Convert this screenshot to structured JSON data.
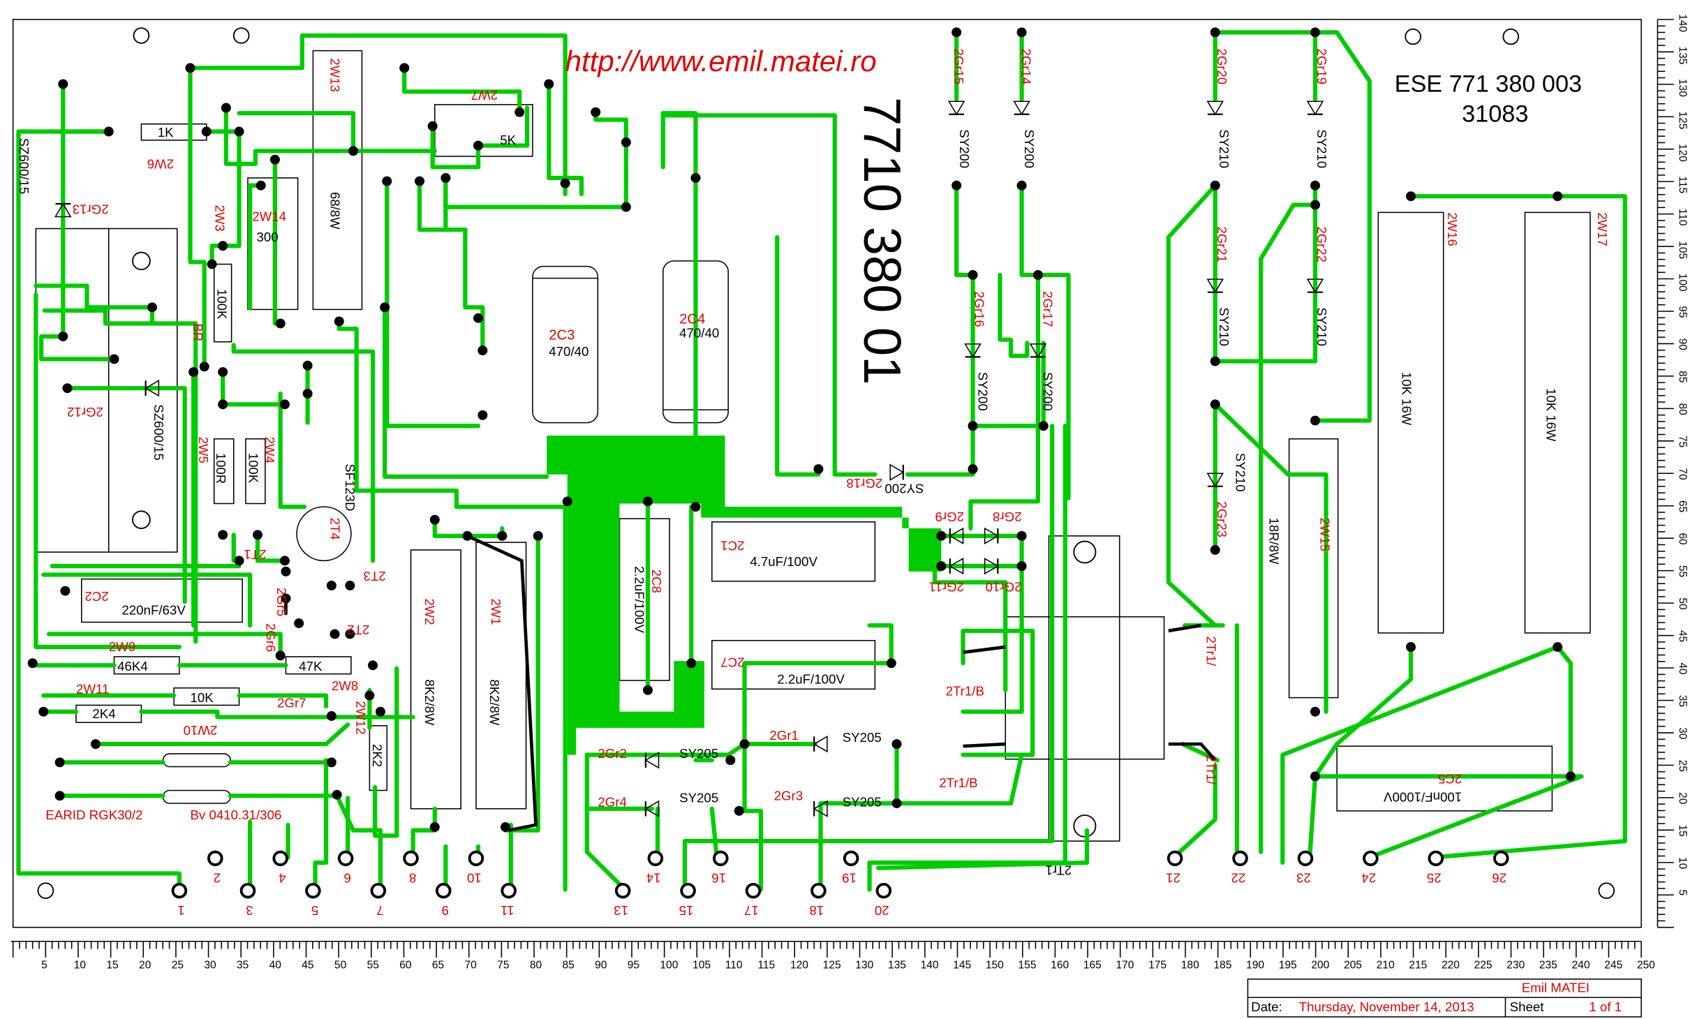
{
  "board": {
    "url": "http://www.emil.matei.ro",
    "board_number": "7710 380 01",
    "part_number": "ESE 771 380 003",
    "part_sub": "31083",
    "connector": "EARID RGK30/2",
    "connector2": "Bv 0410.31/306",
    "transformer": "2Tr1"
  },
  "footer": {
    "author": "Emil MATEI",
    "date_label": "Date:",
    "date_value": "Thursday, November 14, 2013",
    "sheet_label": "Sheet",
    "sheet_value": "1 of 1"
  },
  "ruler": {
    "x_ticks": [
      "5",
      "10",
      "15",
      "20",
      "25",
      "30",
      "35",
      "40",
      "45",
      "50",
      "55",
      "60",
      "65",
      "70",
      "75",
      "80",
      "85",
      "90",
      "95",
      "100",
      "105",
      "110",
      "115",
      "120",
      "125",
      "130",
      "135",
      "140",
      "145",
      "150",
      "155",
      "160",
      "165",
      "170",
      "175",
      "180",
      "185",
      "190",
      "195",
      "200",
      "205",
      "210",
      "215",
      "220",
      "225",
      "230",
      "235",
      "240",
      "245",
      "250"
    ],
    "y_ticks": [
      "5",
      "10",
      "15",
      "20",
      "25",
      "30",
      "35",
      "40",
      "45",
      "50",
      "55",
      "60",
      "65",
      "70",
      "75",
      "80",
      "85",
      "90",
      "95",
      "100",
      "105",
      "110",
      "115",
      "120",
      "125",
      "130",
      "135",
      "140"
    ]
  },
  "components": {
    "resistors": [
      {
        "ref": "2W6",
        "value": "1K"
      },
      {
        "ref": "2W13",
        "value": "68/8W"
      },
      {
        "ref": "2W7",
        "value": "5K"
      },
      {
        "ref": "2W14",
        "value": "300"
      },
      {
        "ref": "2W3",
        "value": "100K"
      },
      {
        "ref": "2W5",
        "value": "100R"
      },
      {
        "ref": "2W4",
        "value": "100K"
      },
      {
        "ref": "2W9",
        "value": "46K4"
      },
      {
        "ref": "2W8",
        "value": "47K"
      },
      {
        "ref": "2W11",
        "value": "10K"
      },
      {
        "ref": "2W10",
        "value": "2K4"
      },
      {
        "ref": "2W12",
        "value": "2K2"
      },
      {
        "ref": "2W2",
        "value": "8K2/8W"
      },
      {
        "ref": "2W1",
        "value": "8K2/8W"
      },
      {
        "ref": "2W15",
        "value": "18R/8W"
      },
      {
        "ref": "2W16",
        "value": "10K 16W"
      },
      {
        "ref": "2W17",
        "value": "10K 16W"
      }
    ],
    "capacitors": [
      {
        "ref": "2C3",
        "value": "470/40"
      },
      {
        "ref": "2C4",
        "value": "470/40"
      },
      {
        "ref": "2C1",
        "value": "4.7uF/100V"
      },
      {
        "ref": "2C8",
        "value": "2.2uF/100V"
      },
      {
        "ref": "2C7",
        "value": "2.2uF/100V"
      },
      {
        "ref": "2C2",
        "value": "220nF/63V"
      },
      {
        "ref": "2C5",
        "value": "100nF/1000V"
      }
    ],
    "diodes": [
      {
        "ref": "2Gr13",
        "value": "SZ600/15"
      },
      {
        "ref": "2Gr12",
        "value": "SZ600/15"
      },
      {
        "ref": "2Gr15",
        "value": "SY200"
      },
      {
        "ref": "2Gr14",
        "value": "SY200"
      },
      {
        "ref": "2Gr16",
        "value": "SY200"
      },
      {
        "ref": "2Gr17",
        "value": "SY200"
      },
      {
        "ref": "2Gr18",
        "value": "SY200"
      },
      {
        "ref": "2Gr20",
        "value": "SY210"
      },
      {
        "ref": "2Gr19",
        "value": "SY210"
      },
      {
        "ref": "2Gr21",
        "value": "SY210"
      },
      {
        "ref": "2Gr22",
        "value": "SY210"
      },
      {
        "ref": "2Gr23",
        "value": "SY210"
      },
      {
        "ref": "2Gr1",
        "value": "SY205"
      },
      {
        "ref": "2Gr2",
        "value": "SY205"
      },
      {
        "ref": "2Gr3",
        "value": "SY205"
      },
      {
        "ref": "2Gr4",
        "value": "SY205"
      },
      {
        "ref": "2Gr5",
        "value": ""
      },
      {
        "ref": "2Gr6",
        "value": ""
      },
      {
        "ref": "2Gr7",
        "value": ""
      },
      {
        "ref": "2Gr8",
        "value": ""
      },
      {
        "ref": "2Gr9",
        "value": ""
      },
      {
        "ref": "2Gr10",
        "value": ""
      },
      {
        "ref": "2Gr11",
        "value": ""
      }
    ],
    "transistors": [
      {
        "ref": "2T4",
        "value": "SF123D"
      },
      {
        "ref": "2T1",
        "value": ""
      },
      {
        "ref": "2T2",
        "value": ""
      },
      {
        "ref": "2T3",
        "value": ""
      }
    ],
    "misc": [
      "BR",
      "2Tr1/",
      "2Tr1/B",
      "2Tr1/B",
      "2Tr1/"
    ]
  },
  "pins": [
    "1",
    "2",
    "3",
    "4",
    "5",
    "6",
    "7",
    "8",
    "9",
    "10",
    "11",
    "13",
    "14",
    "15",
    "16",
    "17",
    "18",
    "19",
    "20",
    "21",
    "22",
    "23",
    "24",
    "25",
    "26"
  ]
}
